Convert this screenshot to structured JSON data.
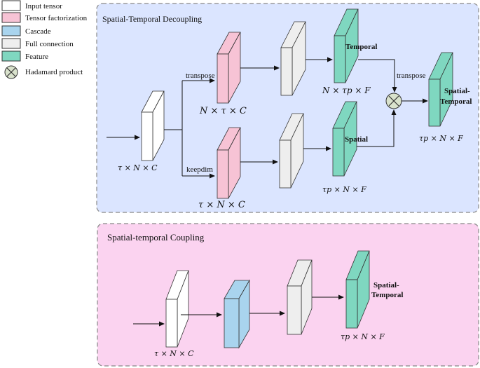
{
  "legend": [
    {
      "label": "Input tensor",
      "color": "#ffffff"
    },
    {
      "label": "Tensor factorization",
      "color": "#f7c3d5"
    },
    {
      "label": "Cascade",
      "color": "#a9d4ee"
    },
    {
      "label": "Full connection",
      "color": "#eeeeee"
    },
    {
      "label": "Feature",
      "color": "#7fd7c0"
    },
    {
      "label": "Hadamard product",
      "color": "#d9e2cc"
    }
  ],
  "top_panel": {
    "title": "Spatial-Temporal Decoupling",
    "background": "#dbe5ff",
    "transpose_label": "transpose",
    "keepdim_label": "keepdim",
    "transpose2_label": "transpose",
    "temporal_label": "Temporal",
    "spatial_label": "Spatial",
    "output_label_line1": "Spatial-",
    "output_label_line2": "Temporal",
    "dim_input": "τ × N × C",
    "dim_factor_top": "N × τ × C",
    "dim_factor_bottom": "τ × N × C",
    "dim_temporal": "N × τp × F",
    "dim_spatial": "τp × N × F",
    "dim_output": "τp × N × F"
  },
  "bottom_panel": {
    "title": "Spatial-temporal Coupling",
    "background": "#fbd3f0",
    "output_label_line1": "Spatial-",
    "output_label_line2": "Temporal",
    "dim_input": "τ × N × C",
    "dim_output": "τp × N × F"
  }
}
